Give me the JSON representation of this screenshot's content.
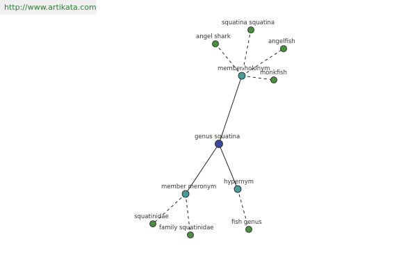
{
  "watermark": {
    "text": "http://www.artikata.com"
  },
  "graph": {
    "nodes": [
      {
        "id": "genus_squatina",
        "label": "genus squatina",
        "kind": "root",
        "color": "#3b4a9a"
      },
      {
        "id": "member_holonym",
        "label": "member holonym",
        "kind": "relation",
        "color": "#4a9a9a"
      },
      {
        "id": "member_meronym",
        "label": "member meronym",
        "kind": "relation",
        "color": "#4a9a9a"
      },
      {
        "id": "hypernym",
        "label": "hypernym",
        "kind": "relation",
        "color": "#4a9a9a"
      },
      {
        "id": "squatina_squatina",
        "label": "squatina squatina",
        "kind": "leaf",
        "color": "#4a8f3f"
      },
      {
        "id": "angel_shark",
        "label": "angel shark",
        "kind": "leaf",
        "color": "#4a8f3f"
      },
      {
        "id": "angelfish",
        "label": "angelfish",
        "kind": "leaf",
        "color": "#4a8f3f"
      },
      {
        "id": "monkfish",
        "label": "monkfish",
        "kind": "leaf",
        "color": "#4a8f3f"
      },
      {
        "id": "squatinidae",
        "label": "squatinidae",
        "kind": "leaf",
        "color": "#4a8f3f"
      },
      {
        "id": "family_squatinidae",
        "label": "family squatinidae",
        "kind": "leaf",
        "color": "#4a8f3f"
      },
      {
        "id": "fish_genus",
        "label": "fish genus",
        "kind": "leaf",
        "color": "#4a8f3f"
      }
    ],
    "edges": [
      {
        "from": "genus_squatina",
        "to": "member_holonym",
        "style": "solid"
      },
      {
        "from": "genus_squatina",
        "to": "member_meronym",
        "style": "solid"
      },
      {
        "from": "genus_squatina",
        "to": "hypernym",
        "style": "solid"
      },
      {
        "from": "member_holonym",
        "to": "squatina_squatina",
        "style": "dashed"
      },
      {
        "from": "member_holonym",
        "to": "angel_shark",
        "style": "dashed"
      },
      {
        "from": "member_holonym",
        "to": "angelfish",
        "style": "dashed"
      },
      {
        "from": "member_holonym",
        "to": "monkfish",
        "style": "dashed"
      },
      {
        "from": "member_meronym",
        "to": "squatinidae",
        "style": "dashed"
      },
      {
        "from": "member_meronym",
        "to": "family_squatinidae",
        "style": "dashed"
      },
      {
        "from": "hypernym",
        "to": "fish_genus",
        "style": "dashed"
      }
    ]
  }
}
